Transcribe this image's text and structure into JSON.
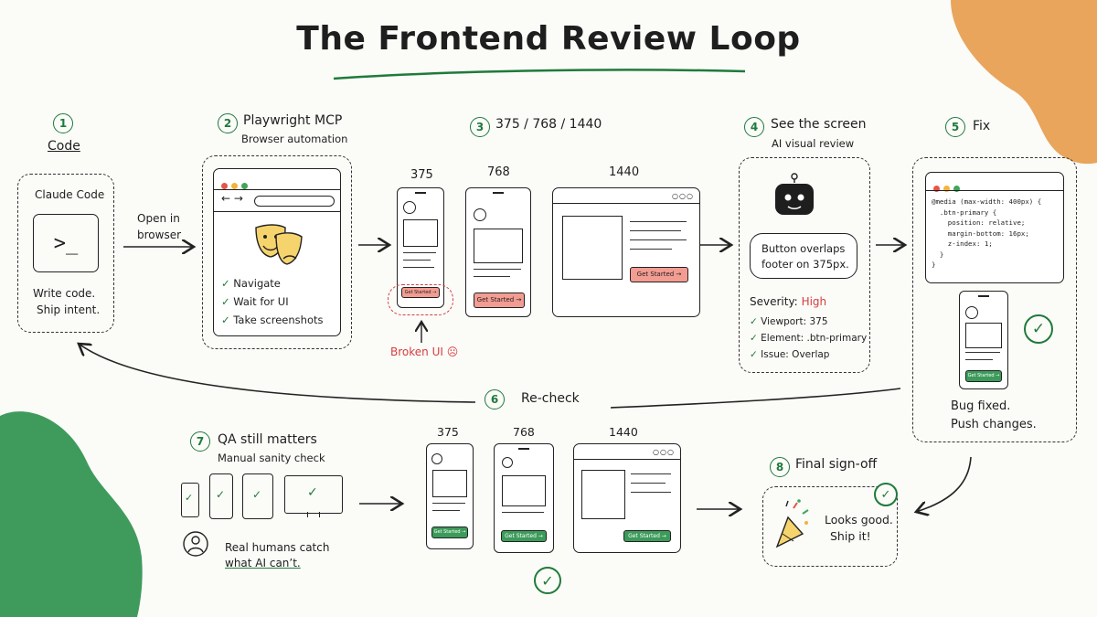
{
  "title": "The Frontend Review Loop",
  "colors": {
    "accent": "#1f7a3b",
    "danger": "#d63d3d",
    "blob_green": "#3e9b5c",
    "blob_orange": "#e8a55b"
  },
  "steps": {
    "code": {
      "num": "1",
      "label": "Code",
      "tool": "Claude Code",
      "prompt": ">_",
      "desc1": "Write code.",
      "desc2": "Ship intent.",
      "icon": "terminal-icon"
    },
    "open": {
      "line1": "Open in",
      "line2": "browser"
    },
    "playwright": {
      "num": "2",
      "label": "Playwright MCP",
      "sub": "Browser automation",
      "icon": "theater-masks-icon",
      "checks": [
        "Navigate",
        "Wait for UI",
        "Take screenshots"
      ]
    },
    "viewports": {
      "num": "3",
      "label": "375 / 768 / 1440",
      "sizes": [
        "375",
        "768",
        "1440"
      ],
      "cta": "Get Started →",
      "broken": "Broken UI"
    },
    "see": {
      "num": "4",
      "label": "See the screen",
      "sub": "AI visual review",
      "icon": "robot-icon",
      "bubble1": "Button overlaps",
      "bubble2": "footer on 375px.",
      "severity_label": "Severity:",
      "severity_value": "High",
      "checks": [
        "Viewport: 375",
        "Element: .btn-primary",
        "Issue: Overlap"
      ]
    },
    "fix": {
      "num": "5",
      "label": "Fix",
      "code": [
        "@media (max-width: 400px) {",
        "  .btn-primary {",
        "    position: relative;",
        "    margin-bottom: 16px;",
        "    z-index: 1;",
        "  }",
        "}"
      ],
      "btn": "Get Started →",
      "desc1": "Bug fixed.",
      "desc2": "Push changes."
    },
    "recheck": {
      "num": "6",
      "label": "Re-check"
    },
    "qa": {
      "num": "7",
      "label": "QA still matters",
      "sub": "Manual sanity check",
      "people1": "Real humans catch",
      "people2": "what AI can’t."
    },
    "recheck_views": {
      "sizes": [
        "375",
        "768",
        "1440"
      ],
      "btn": "Get Started →"
    },
    "signoff": {
      "num": "8",
      "label": "Final sign-off",
      "line1": "Looks good.",
      "line2": "Ship it!",
      "icon": "party-popper-icon"
    }
  }
}
